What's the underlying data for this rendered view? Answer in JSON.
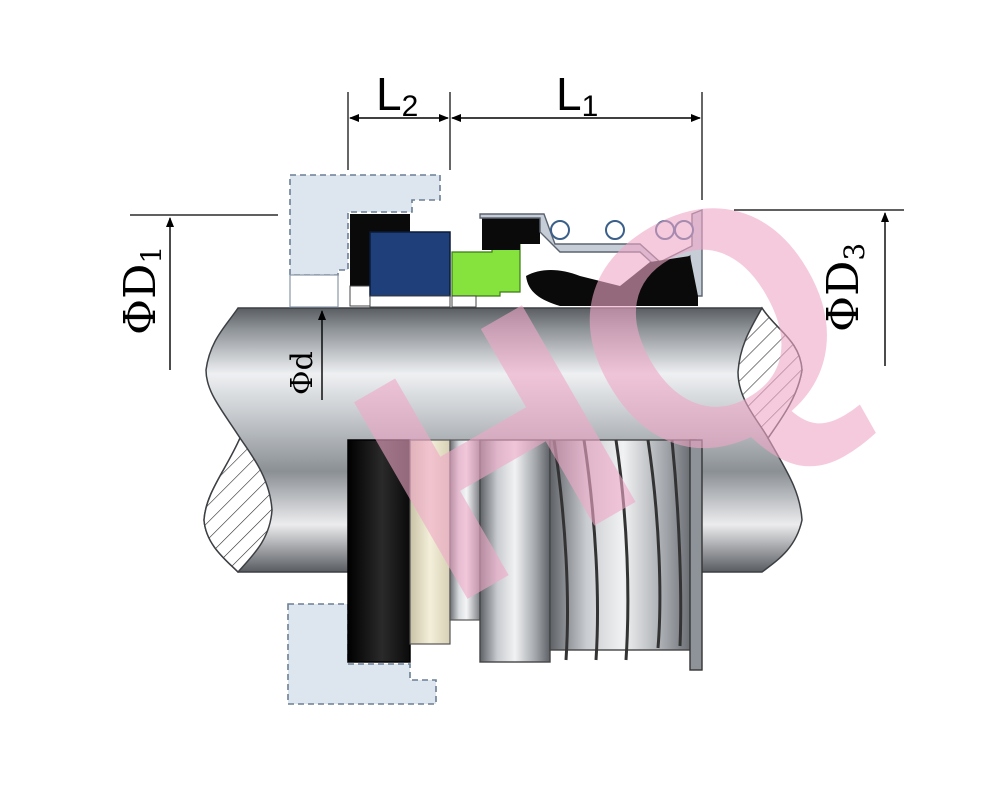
{
  "dimensions": {
    "l1": {
      "letter": "L",
      "sub": "1"
    },
    "l2": {
      "letter": "L",
      "sub": "2"
    },
    "d1": {
      "symbol": "Φ",
      "letter": "D",
      "sub": "1"
    },
    "d3": {
      "symbol": "Φ",
      "letter": "D",
      "sub": "3"
    },
    "d": {
      "symbol": "Φ",
      "letter": "d"
    }
  },
  "watermark": {
    "text": "HQ",
    "color": "#f0a8c8"
  },
  "colors": {
    "shaft_light": "#f2f4f6",
    "shaft_mid": "#a7abb0",
    "shaft_dark": "#55595e",
    "housing": "#dde6ee",
    "rubber_black": "#0a0a0a",
    "seat_blue": "#1f3f7a",
    "face_green": "#86e23c",
    "spring_steel": "#b8bcc2"
  }
}
